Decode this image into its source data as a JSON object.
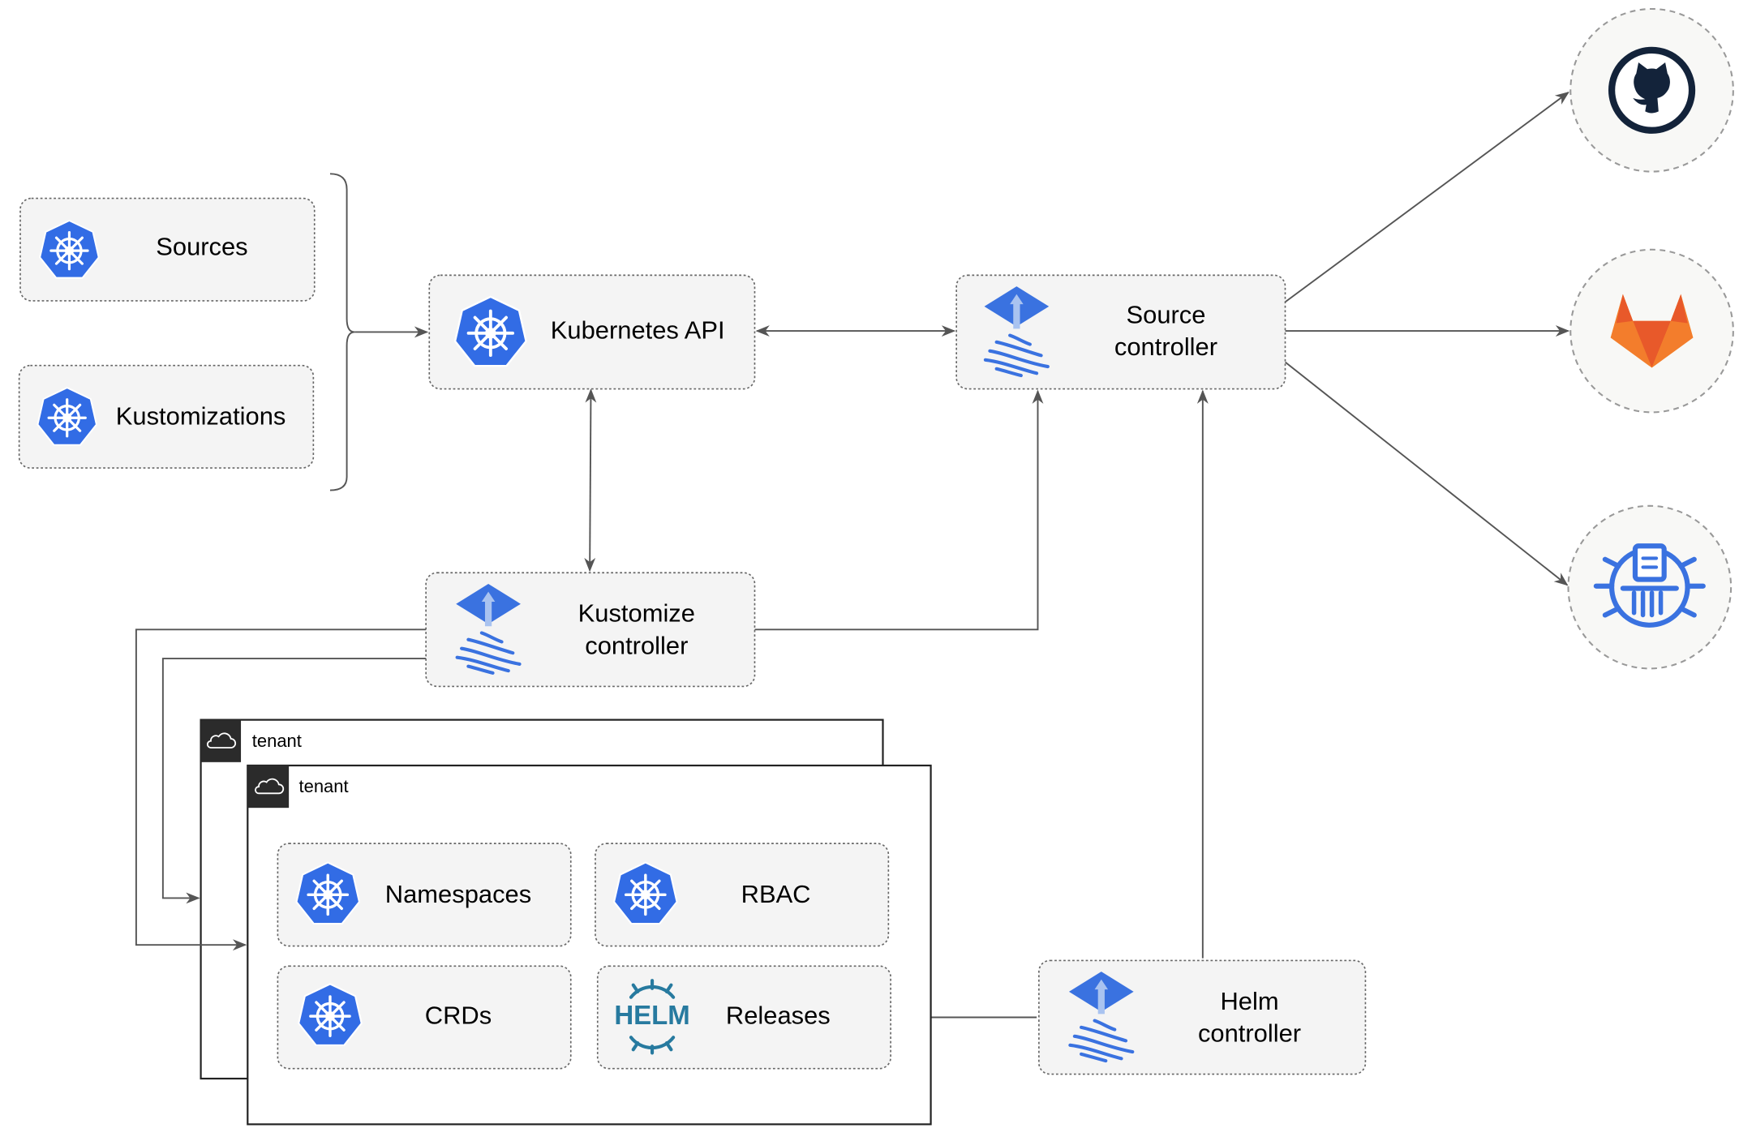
{
  "nodes": {
    "sources": "Sources",
    "kustomizations": "Kustomizations",
    "kubernetes_api": "Kubernetes API",
    "source_controller": [
      "Source",
      "controller"
    ],
    "kustomize_controller": [
      "Kustomize",
      "controller"
    ],
    "helm_controller": [
      "Helm",
      "controller"
    ],
    "namespaces": "Namespaces",
    "rbac": "RBAC",
    "crds": "CRDs",
    "releases": "Releases"
  },
  "tenants": [
    "tenant",
    "tenant"
  ],
  "logos": {
    "helm": "HELM"
  },
  "external_sources": [
    "github-icon",
    "gitlab-icon",
    "helm-repository-icon"
  ],
  "colors": {
    "kubernetes_blue": "#326ce5",
    "flux_blue": "#3a72e0",
    "helm_teal": "#277a9f",
    "github_dark": "#13233a",
    "gitlab_orange": "#e8592a",
    "gitlab_yellow": "#fba234"
  }
}
